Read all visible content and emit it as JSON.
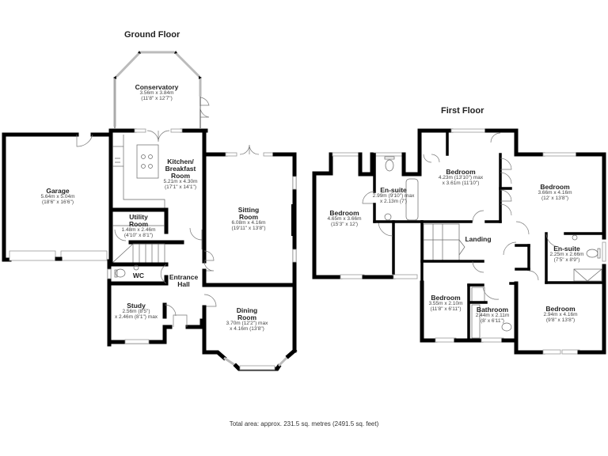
{
  "floors": {
    "ground": {
      "title": "Ground Floor",
      "rooms": {
        "conservatory": {
          "name": "Conservatory",
          "dim1": "3.56m x 3.84m",
          "dim2": "(11'8\" x 12'7\")"
        },
        "kitchen": {
          "name1": "Kitchen/",
          "name2": "Breakfast",
          "name3": "Room",
          "dim1": "5.21m x 4.30m",
          "dim2": "(17'1\" x 14'1\")"
        },
        "garage": {
          "name": "Garage",
          "dim1": "5.64m x 5.04m",
          "dim2": "(18'6\" x 16'6\")"
        },
        "utility": {
          "name1": "Utility",
          "name2": "Room",
          "dim1": "1.48m x 2.46m",
          "dim2": "(4'10\" x 8'1\")"
        },
        "sitting": {
          "name1": "Sitting",
          "name2": "Room",
          "dim1": "6.08m x 4.16m",
          "dim2": "(19'11\" x 13'8\")"
        },
        "wc": {
          "name": "WC"
        },
        "entrance": {
          "name1": "Entrance",
          "name2": "Hall"
        },
        "study": {
          "name": "Study",
          "dim1": "2.56m (8'5\")",
          "dim2": "x 2.46m (8'1\") max"
        },
        "dining": {
          "name1": "Dining",
          "name2": "Room",
          "dim1": "3.70m (12'2\") max",
          "dim2": "x 4.16m (13'8\")"
        }
      }
    },
    "first": {
      "title": "First Floor",
      "rooms": {
        "bedroom1": {
          "name": "Bedroom",
          "dim1": "4.65m x 3.66m",
          "dim2": "(15'3\" x 12')"
        },
        "ensuite1": {
          "name": "En-suite",
          "dim1": "2.99m (9'10\") max",
          "dim2": "x 2.13m (7')"
        },
        "bedroom2": {
          "name": "Bedroom",
          "dim1": "4.23m (13'10\") max",
          "dim2": "x 3.61m (11'10\")"
        },
        "bedroom3": {
          "name": "Bedroom",
          "dim1": "3.66m x 4.16m",
          "dim2": "(12' x 13'8\")"
        },
        "landing": {
          "name": "Landing"
        },
        "ensuite2": {
          "name": "En-suite",
          "dim1": "2.25m x 2.66m",
          "dim2": "(7'5\" x 8'9\")"
        },
        "bedroom4": {
          "name": "Bedroom",
          "dim1": "3.55m x 2.10m",
          "dim2": "(11'8\" x 6'11\")"
        },
        "bathroom": {
          "name": "Bathroom",
          "dim1": "2.44m x 2.11m",
          "dim2": "(8' x 6'11\")"
        },
        "bedroom5": {
          "name": "Bedroom",
          "dim1": "2.94m x 4.16m",
          "dim2": "(9'8\" x 13'8\")"
        }
      }
    }
  },
  "total_area": "Total area: approx. 231.5 sq. metres (2491.5 sq. feet)",
  "colors": {
    "wall": "#000000",
    "window": "#d8d8d8",
    "fixture": "#888888",
    "text": "#222222"
  }
}
